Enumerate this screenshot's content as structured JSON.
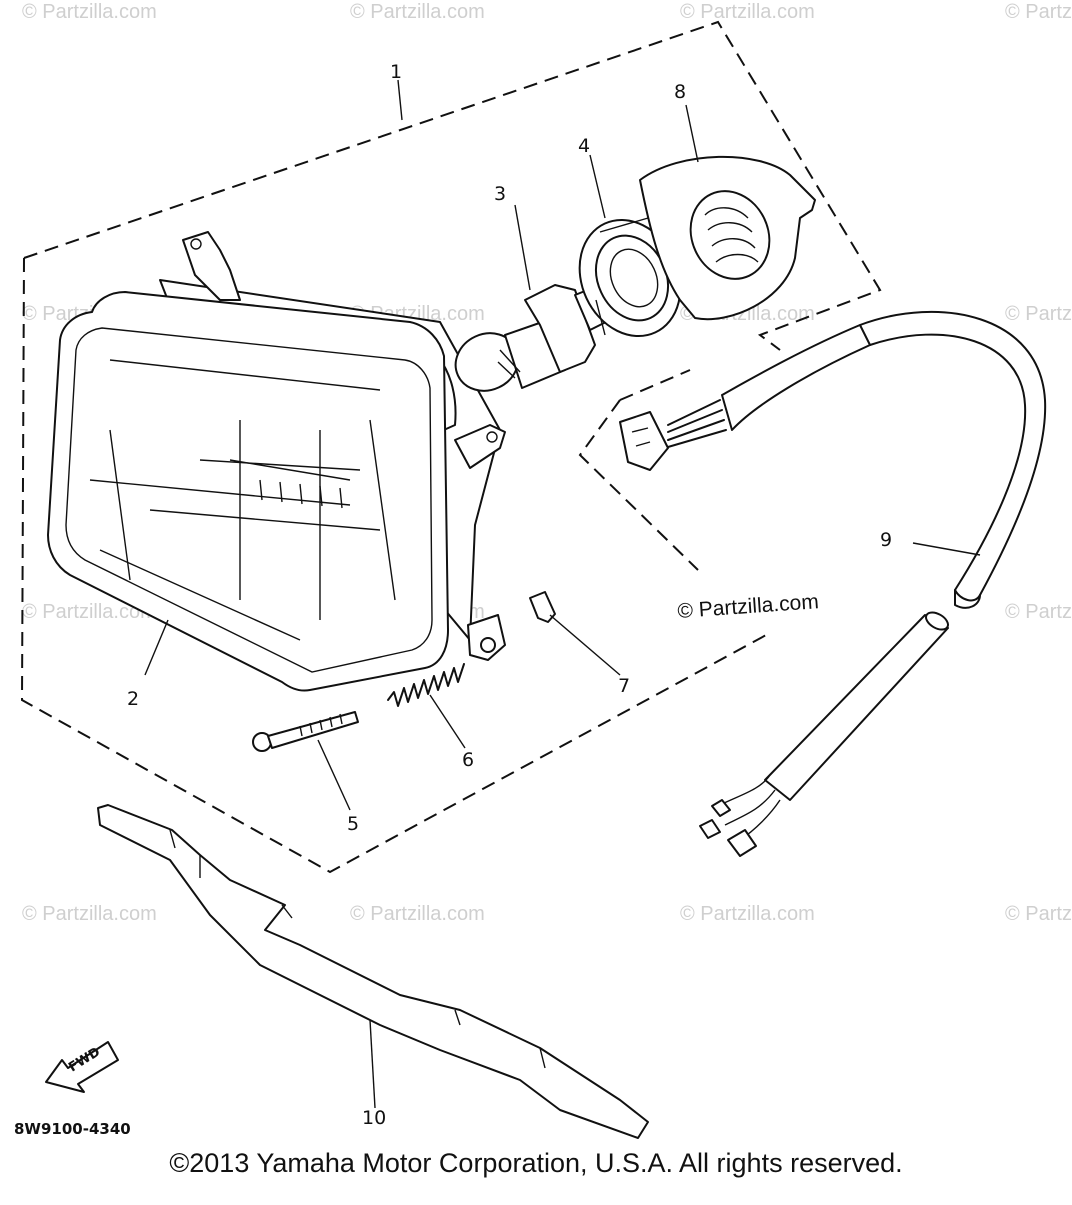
{
  "diagram": {
    "callouts": [
      {
        "id": "1",
        "label": "1"
      },
      {
        "id": "2",
        "label": "2"
      },
      {
        "id": "3",
        "label": "3"
      },
      {
        "id": "4",
        "label": "4"
      },
      {
        "id": "5",
        "label": "5"
      },
      {
        "id": "6",
        "label": "6"
      },
      {
        "id": "7",
        "label": "7"
      },
      {
        "id": "8",
        "label": "8"
      },
      {
        "id": "9",
        "label": "9"
      },
      {
        "id": "10",
        "label": "10"
      }
    ],
    "fwd_label": "FWD",
    "reference_code": "8W9100-4340",
    "watermark": "© Partzilla.com",
    "copyright": "©2013 Yamaha Motor Corporation, U.S.A. All rights reserved."
  }
}
